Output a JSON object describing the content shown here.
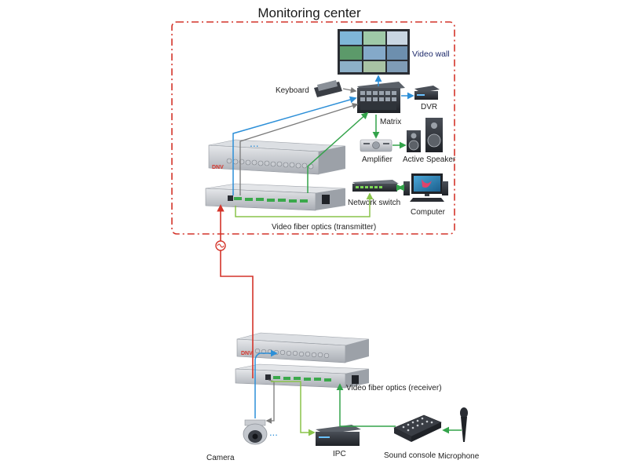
{
  "title": "Monitoring center",
  "labels": {
    "video_wall": "Video wall",
    "keyboard": "Keyboard",
    "dvr": "DVR",
    "matrix": "Matrix",
    "amplifier": "Amplifier",
    "active_speaker": "Active Speaker",
    "network_switch": "Network switch",
    "computer": "Computer",
    "transmitter": "Video fiber optics (transmitter)",
    "receiver": "Video fiber optics (receiver)",
    "camera": "Camera",
    "ipc": "IPC",
    "sound_console": "Sound console",
    "microphone": "Microphone",
    "ellipsis_top": "...",
    "ellipsis_bottom": "...",
    "brand_top": "DNV",
    "brand_bottom": "DNV"
  },
  "colors": {
    "boundary": "#d4342a",
    "fiber": "#d4342a",
    "video": "#2c8fd8",
    "data": "#33a34a",
    "audio": "#8ac44a",
    "control": "#7a7a7a",
    "text": "#1d2a6b"
  }
}
